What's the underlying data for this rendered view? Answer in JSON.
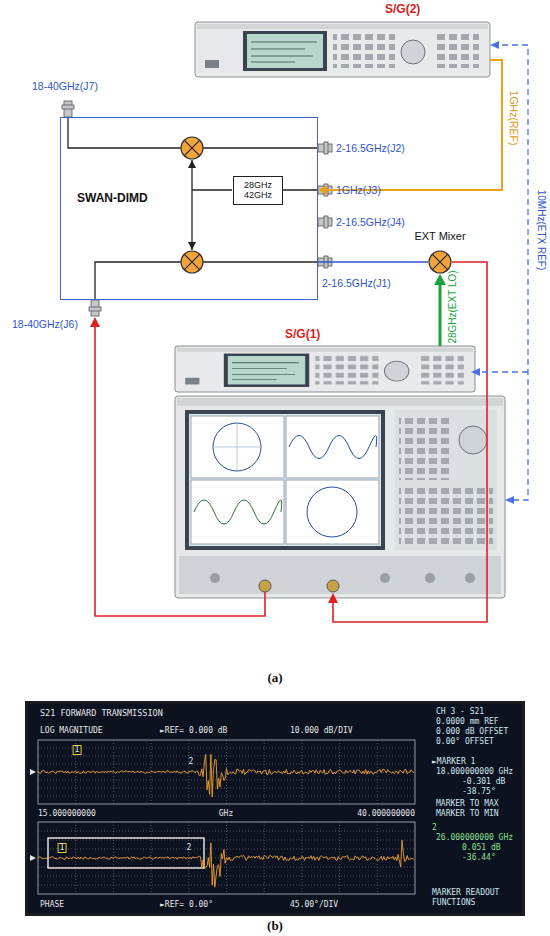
{
  "diagram": {
    "nodes": [
      {
        "text": [
          "S/G(2)"
        ]
      },
      {
        "text": [
          "SWAN-DIMD"
        ]
      },
      {
        "text": [
          "28GHz 42GHz"
        ],
        "in": 1
      },
      {
        "text": [
          "EXT Mixer"
        ]
      },
      {
        "text": [
          "S/G(1)"
        ]
      }
    ],
    "edges": [
      {
        "from": 0,
        "to": 1,
        "label": "1GHz(REF)",
        "arrow": "to"
      },
      {
        "from": 1,
        "to": 3,
        "arrow": "none"
      },
      {
        "from": 4,
        "to": 3,
        "label": "28GHz(EXT LO)",
        "arrow": "to"
      }
    ],
    "labels": [
      "18-40GHz(J7)",
      "2-16.5GHz(J2)",
      "1GHz(J3)",
      "2-16.5GHz(J4)",
      "2-16.5GHz(J1)",
      "18-40GHz(J6)",
      "10MHz(ETX REF)",
      "(a)",
      "S21 FORWARD TRANSMISSION",
      "CH 3 - S21",
      "0.0000 mm REF",
      "0.000 dB OFFSET",
      "0.00° OFFSET",
      "LOG MAGNITUDE",
      "►REF= 0.000 dB",
      "10.000 dB/DIV",
      "►MARKER 1",
      "18.000000000 GHz",
      "-0.301 dB",
      "-38.75°",
      "MARKER TO MAX",
      "MARKER TO MIN",
      "1",
      "2",
      "2",
      "26.000000000 GHz",
      "0.051 dB",
      "-36.44°",
      "15.000000000",
      "GHz",
      "40.000000000",
      "1",
      "2",
      "PHASE",
      "►REF= 0.00°",
      "45.00°/DIV",
      "MARKER READOUT",
      "FUNCTIONS",
      "(b)"
    ]
  }
}
